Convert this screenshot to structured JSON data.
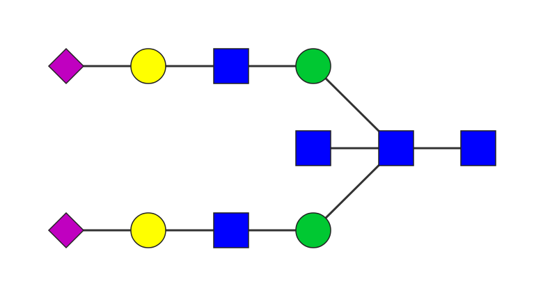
{
  "diagram": {
    "type": "glycan-structure",
    "colors": {
      "square": "#0000FF",
      "circle-yellow": "#FFFF00",
      "circle-green": "#00C832",
      "diamond": "#C000C0",
      "link": "#333333"
    },
    "residues": [
      {
        "id": "r1",
        "shape": "diamond",
        "color": "#C000C0"
      },
      {
        "id": "r2",
        "shape": "circle",
        "color": "#FFFF00"
      },
      {
        "id": "r3",
        "shape": "square",
        "color": "#0000FF"
      },
      {
        "id": "r4",
        "shape": "circle",
        "color": "#00C832"
      },
      {
        "id": "r5",
        "shape": "square",
        "color": "#0000FF"
      },
      {
        "id": "r6",
        "shape": "square",
        "color": "#0000FF"
      },
      {
        "id": "r7",
        "shape": "square",
        "color": "#0000FF"
      },
      {
        "id": "r8",
        "shape": "diamond",
        "color": "#C000C0"
      },
      {
        "id": "r9",
        "shape": "circle",
        "color": "#FFFF00"
      },
      {
        "id": "r10",
        "shape": "square",
        "color": "#0000FF"
      },
      {
        "id": "r11",
        "shape": "circle",
        "color": "#00C832"
      }
    ],
    "links": [
      {
        "from": "r1",
        "to": "r2"
      },
      {
        "from": "r2",
        "to": "r3"
      },
      {
        "from": "r3",
        "to": "r4"
      },
      {
        "from": "r4",
        "to": "r6"
      },
      {
        "from": "r5",
        "to": "r6"
      },
      {
        "from": "r6",
        "to": "r7"
      },
      {
        "from": "r8",
        "to": "r9"
      },
      {
        "from": "r9",
        "to": "r10"
      },
      {
        "from": "r10",
        "to": "r11"
      },
      {
        "from": "r11",
        "to": "r6"
      }
    ]
  }
}
